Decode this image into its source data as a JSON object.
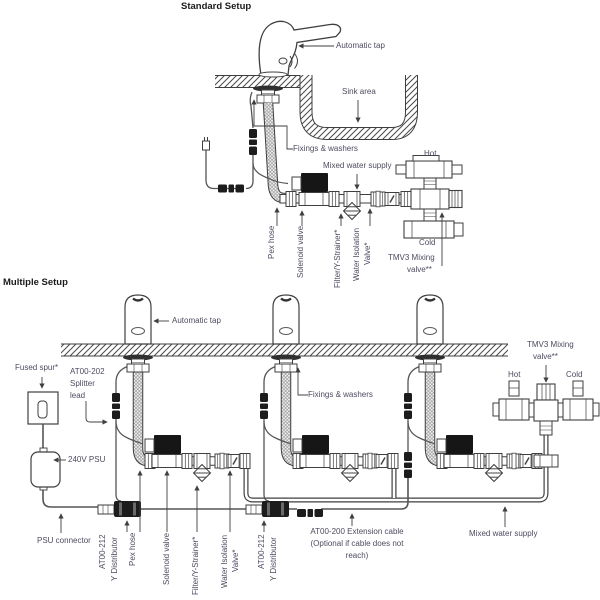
{
  "colors": {
    "line": "#3f3f3f",
    "label_text": "#4f4a60",
    "title_text": "#1a1a1a",
    "solenoid_black": "#161616"
  },
  "standard": {
    "title": "Standard Setup",
    "labels": {
      "automatic_tap": "Automatic tap",
      "sink_area": "Sink area",
      "fixings_washers": "Fixings & washers",
      "mixed_water_supply": "Mixed water supply",
      "hot": "Hot",
      "cold": "Cold",
      "pex_hose": "Pex hose",
      "solenoid_valve": "Solenoid valve",
      "filter_strainer": "Filter/Y-Strainer*",
      "water_isolation_1": "Water Isolation",
      "water_isolation_2": "Valve*",
      "tmv3_1": "TMV3 Mixing",
      "tmv3_2": "valve**"
    }
  },
  "multiple": {
    "title": "Multiple Setup",
    "labels": {
      "automatic_tap": "Automatic tap",
      "fused_spur": "Fused spur*",
      "splitter_1": "AT00-202",
      "splitter_2": "Splitter",
      "splitter_3": "lead",
      "psu": "240V PSU",
      "psu_connector": "PSU connector",
      "fixings_washers": "Fixings & washers",
      "tmv3_1": "TMV3 Mixing",
      "tmv3_2": "valve**",
      "hot": "Hot",
      "cold": "Cold",
      "ydist1_1": "AT00-212",
      "ydist1_2": "Y Distributor",
      "pex_hose": "Pex hose",
      "solenoid_valve": "Solenoid valve",
      "filter_strainer": "Filter/Y-Strainer*",
      "water_isolation_1": "Water Isolation",
      "water_isolation_2": "Valve*",
      "ydist2_1": "AT00-212",
      "ydist2_2": "Y Distributor",
      "extension_1": "AT00-200 Extension cable",
      "extension_2": "(Optional if cable does not",
      "extension_3": "reach)",
      "mixed_water_supply": "Mixed water supply"
    }
  }
}
